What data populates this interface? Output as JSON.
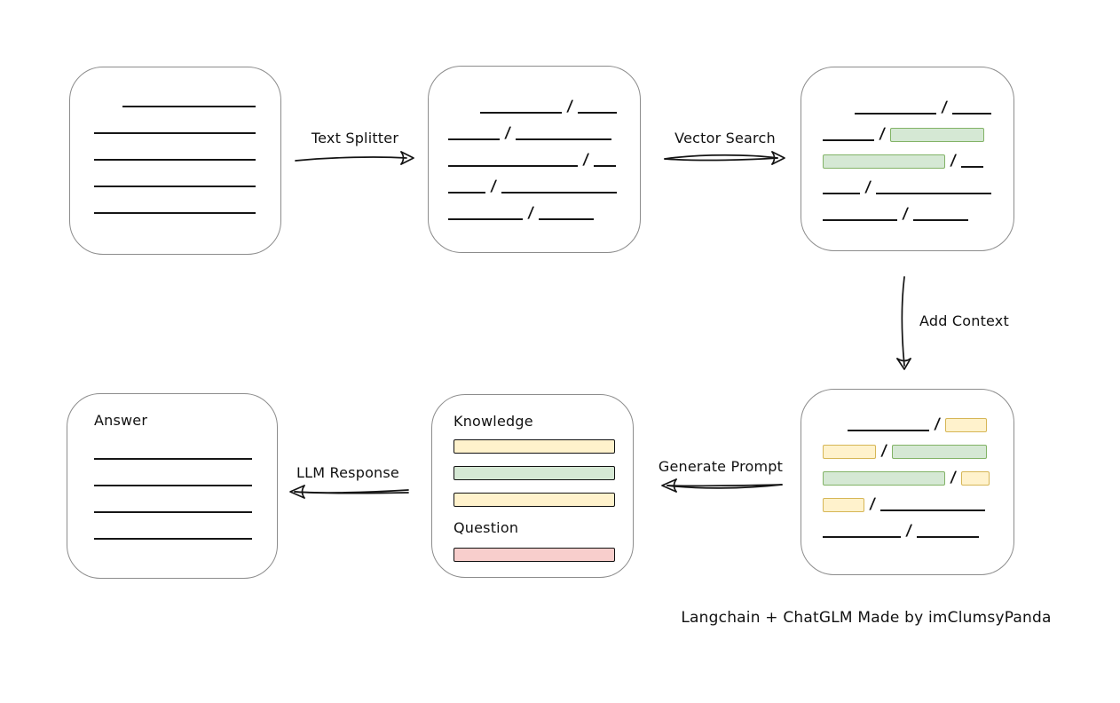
{
  "caption": "Langchain + ChatGLM Made by imClumsyPanda",
  "arrows": {
    "text_splitter": {
      "label": "Text Splitter"
    },
    "vector_search": {
      "label": "Vector Search"
    },
    "add_context": {
      "label": "Add Context"
    },
    "generate_prompt": {
      "label": "Generate Prompt"
    },
    "llm_response": {
      "label": "LLM Response"
    }
  },
  "boxes": {
    "document": {
      "rows": [
        [
          {
            "t": "gap",
            "w": 32
          },
          {
            "t": "line",
            "w": 150
          }
        ],
        [
          {
            "t": "line",
            "w": 182
          }
        ],
        [
          {
            "t": "line",
            "w": 182
          }
        ],
        [
          {
            "t": "line",
            "w": 182
          }
        ],
        [
          {
            "t": "line",
            "w": 182
          }
        ]
      ]
    },
    "split_text": {
      "rows": [
        [
          {
            "t": "gap",
            "w": 36
          },
          {
            "t": "line",
            "w": 92
          },
          {
            "t": "slash"
          },
          {
            "t": "line",
            "w": 44
          }
        ],
        [
          {
            "t": "line",
            "w": 58
          },
          {
            "t": "slash"
          },
          {
            "t": "line",
            "w": 108
          }
        ],
        [
          {
            "t": "line",
            "w": 146
          },
          {
            "t": "slash"
          },
          {
            "t": "line",
            "w": 25
          }
        ],
        [
          {
            "t": "line",
            "w": 42
          },
          {
            "t": "slash"
          },
          {
            "t": "line",
            "w": 130
          }
        ],
        [
          {
            "t": "line",
            "w": 84
          },
          {
            "t": "slash"
          },
          {
            "t": "line",
            "w": 62
          }
        ]
      ]
    },
    "vector_results": {
      "rows": [
        [
          {
            "t": "gap",
            "w": 36
          },
          {
            "t": "line",
            "w": 92
          },
          {
            "t": "slash"
          },
          {
            "t": "line",
            "w": 44
          }
        ],
        [
          {
            "t": "line",
            "w": 58
          },
          {
            "t": "slash"
          },
          {
            "t": "chip",
            "c": "green",
            "w": 106
          }
        ],
        [
          {
            "t": "chip",
            "c": "green",
            "w": 138
          },
          {
            "t": "slash"
          },
          {
            "t": "line",
            "w": 25
          }
        ],
        [
          {
            "t": "line",
            "w": 42
          },
          {
            "t": "slash"
          },
          {
            "t": "line",
            "w": 130
          }
        ],
        [
          {
            "t": "line",
            "w": 84
          },
          {
            "t": "slash"
          },
          {
            "t": "line",
            "w": 62
          }
        ]
      ]
    },
    "context": {
      "rows": [
        [
          {
            "t": "gap",
            "w": 28
          },
          {
            "t": "line",
            "w": 92
          },
          {
            "t": "slash"
          },
          {
            "t": "chip",
            "c": "yellow",
            "w": 47
          }
        ],
        [
          {
            "t": "chip",
            "c": "yellow",
            "w": 60
          },
          {
            "t": "slash"
          },
          {
            "t": "chip",
            "c": "green",
            "w": 107
          }
        ],
        [
          {
            "t": "chip",
            "c": "green",
            "w": 138
          },
          {
            "t": "slash"
          },
          {
            "t": "chip",
            "c": "yellow",
            "w": 32
          }
        ],
        [
          {
            "t": "chip",
            "c": "yellow",
            "w": 47
          },
          {
            "t": "slash"
          },
          {
            "t": "line",
            "w": 118
          }
        ],
        [
          {
            "t": "line",
            "w": 88
          },
          {
            "t": "slash"
          },
          {
            "t": "line",
            "w": 70
          }
        ]
      ]
    },
    "prompt": {
      "knowledge_label": "Knowledge",
      "question_label": "Question",
      "knowledge_chips": [
        "yellow",
        "green",
        "yellow"
      ],
      "question_chips": [
        "red"
      ]
    },
    "answer": {
      "label": "Answer",
      "rows": [
        [
          {
            "t": "line",
            "w": 178
          }
        ],
        [
          {
            "t": "line",
            "w": 178
          }
        ],
        [
          {
            "t": "line",
            "w": 178
          }
        ],
        [
          {
            "t": "line",
            "w": 178
          }
        ]
      ]
    }
  },
  "colors": {
    "green_fill": "#d5e8d4",
    "green_border": "#82b366",
    "yellow_fill": "#fff2cc",
    "yellow_border": "#d6b656",
    "red_fill": "#f8cecc",
    "red_border": "#b85450",
    "line": "#161616",
    "box_border": "#8c8c8c"
  }
}
